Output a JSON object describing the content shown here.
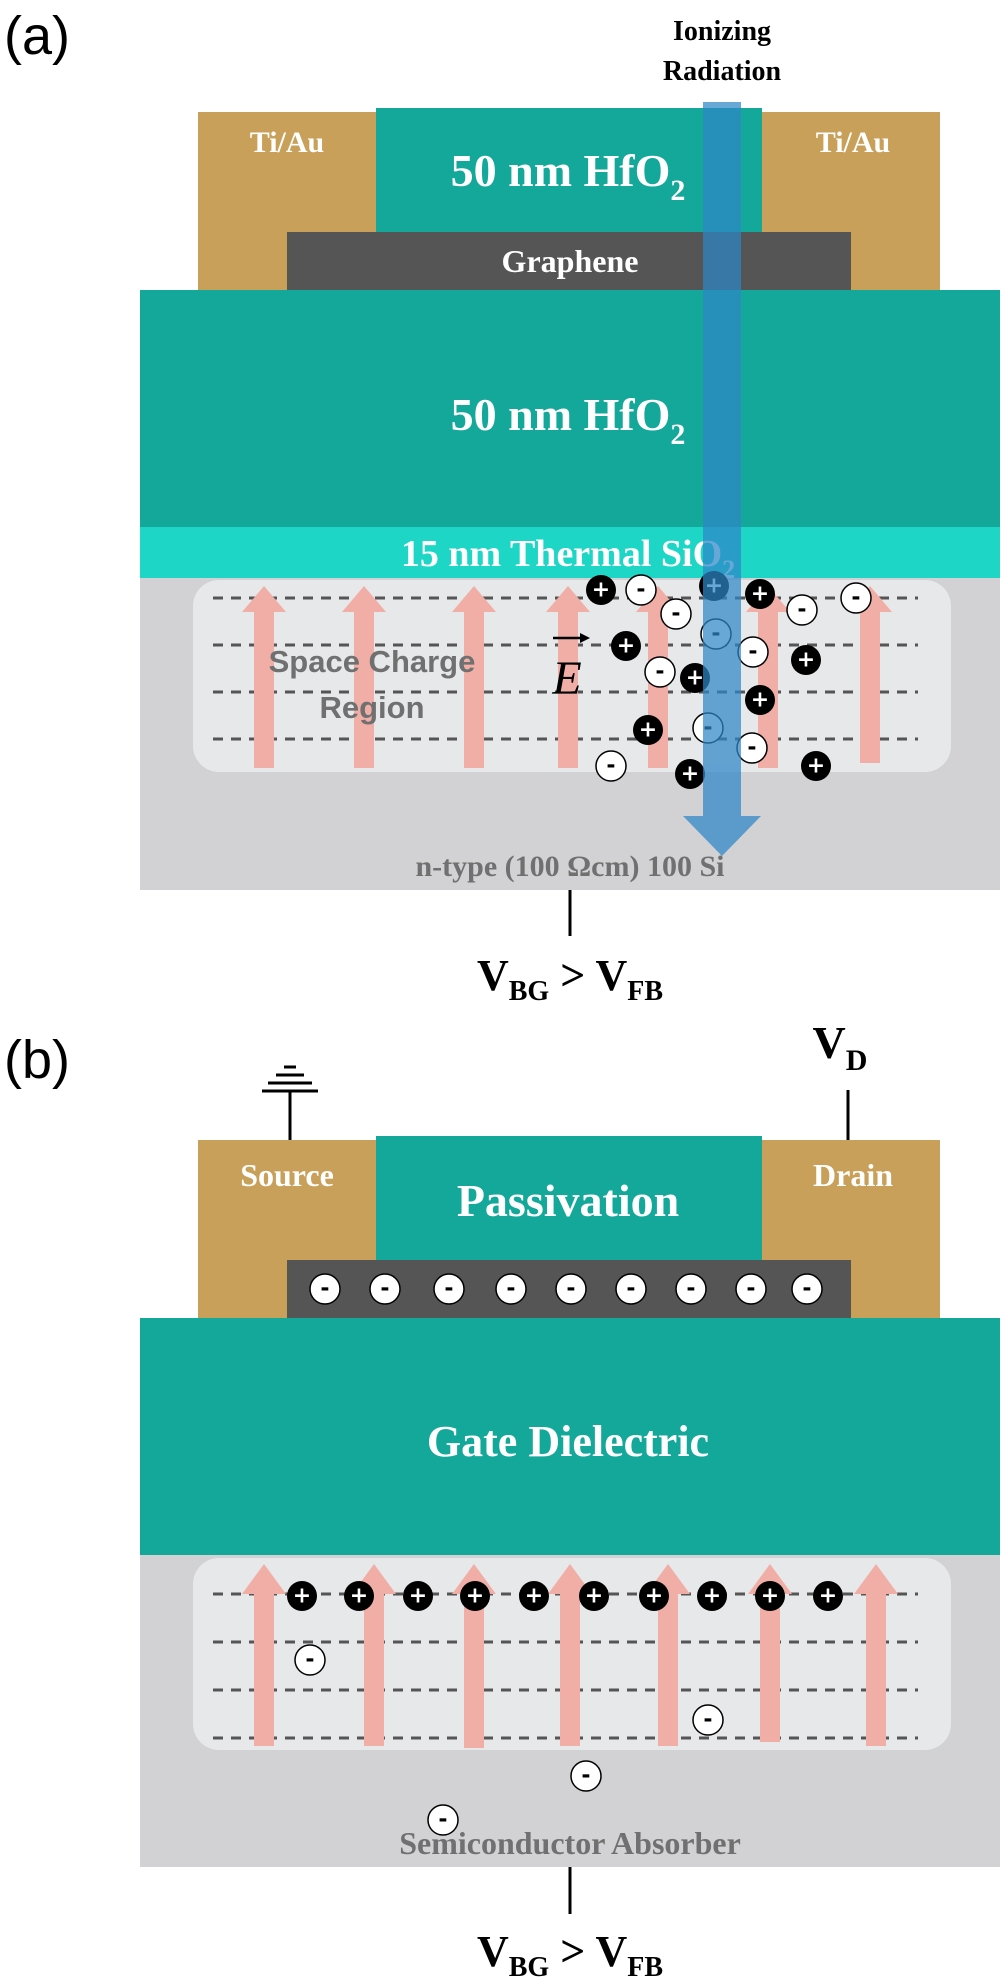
{
  "panel_a": {
    "label": "(a)",
    "radiation_line1": "Ionizing",
    "radiation_line2": "Radiation",
    "contact_left": "Ti/Au",
    "contact_right": "Ti/Au",
    "top_oxide": "50 nm HfO",
    "top_oxide_sub": "2",
    "channel": "Graphene",
    "gate_oxide": "50 nm HfO",
    "gate_oxide_sub": "2",
    "thermal_oxide": "15 nm Thermal SiO",
    "thermal_oxide_sub": "2",
    "region_line1": "Space Charge",
    "region_line2": "Region",
    "field_symbol": "E",
    "substrate": "n-type (100 Ωcm) 100 Si",
    "bias_v": "V",
    "bias_sub1": "BG",
    "bias_gt": " > ",
    "bias_v2": "V",
    "bias_sub2": "FB"
  },
  "panel_b": {
    "label": "(b)",
    "source": "Source",
    "drain": "Drain",
    "drain_voltage": "V",
    "drain_voltage_sub": "D",
    "passivation": "Passivation",
    "dielectric": "Gate Dielectric",
    "absorber": "Semiconductor Absorber",
    "bias_v": "V",
    "bias_sub1": "BG",
    "bias_gt": " > ",
    "bias_v2": "V",
    "bias_sub2": "FB"
  },
  "charges": {
    "plus": "+",
    "minus": "-"
  },
  "colors": {
    "gold_contact": "#C9A05A",
    "teal_oxide": "#13A89A",
    "cyan_sio2": "#1ED6C6",
    "graphene_dark": "#555555",
    "silicon_gray": "#D2D2D4",
    "region_light": "#E6E7E9",
    "field_arrow": "#F0AEA6",
    "radiation_blue": "#2E86C8"
  }
}
